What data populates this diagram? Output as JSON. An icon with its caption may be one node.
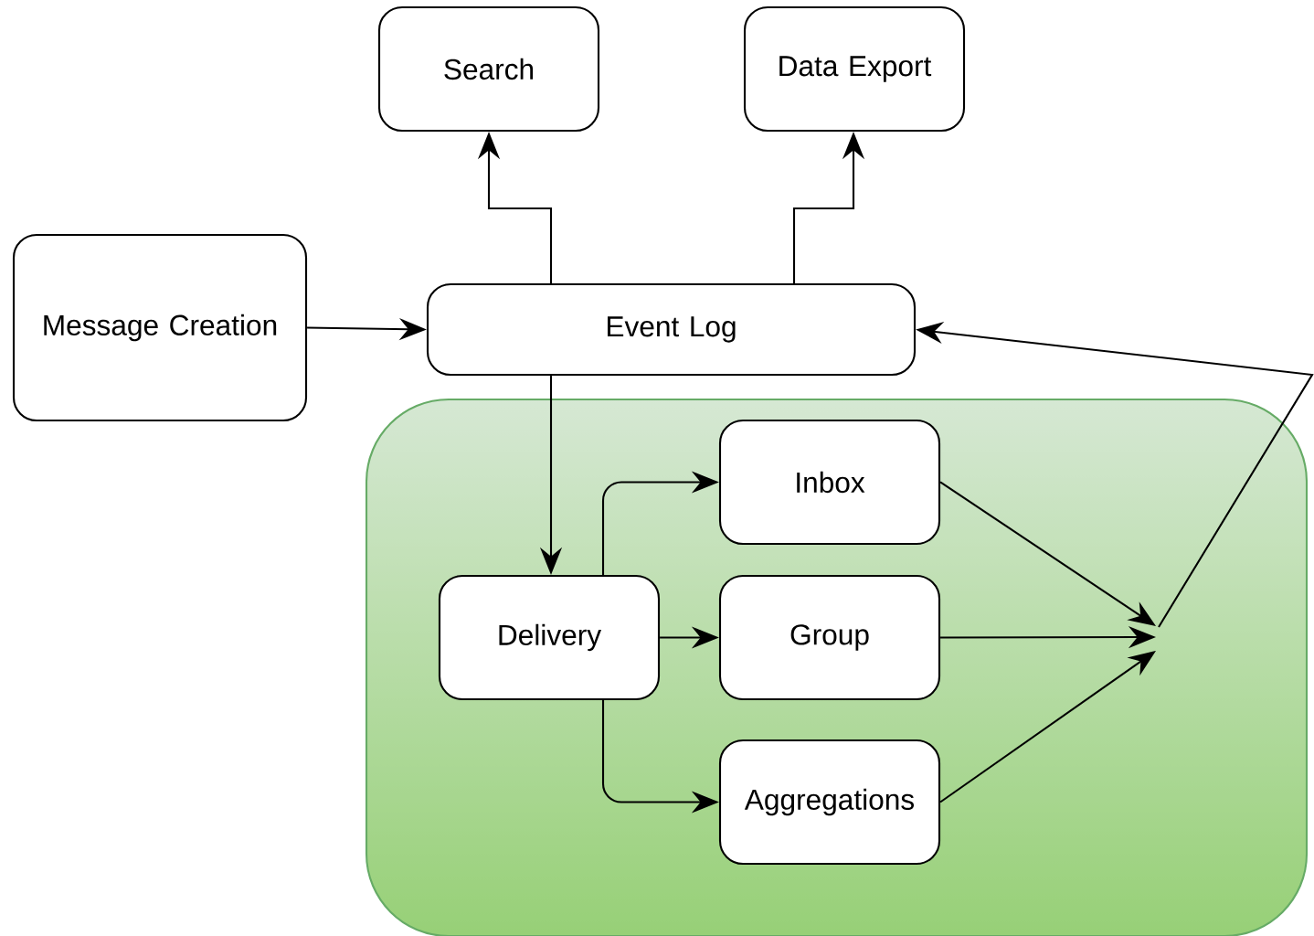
{
  "diagram": {
    "nodes": [
      {
        "text": [
          "Search"
        ]
      },
      {
        "text": [
          "Data Export"
        ]
      },
      {
        "text": [
          "Message Creation"
        ]
      },
      {
        "text": [
          "Event Log"
        ]
      },
      {
        "text": [],
        "shape": "box"
      },
      {
        "text": [
          "Delivery"
        ],
        "in": 4
      },
      {
        "text": [
          "Inbox"
        ],
        "in": 4
      },
      {
        "text": [
          "Group"
        ],
        "in": 4
      },
      {
        "text": [
          "Aggregations"
        ],
        "in": 4
      }
    ],
    "edges": [
      {
        "from": 3,
        "to": 0,
        "arrow": "to"
      },
      {
        "from": 3,
        "to": 1,
        "arrow": "to"
      },
      {
        "from": 2,
        "to": 3,
        "arrow": "to"
      },
      {
        "from": 3,
        "to": 5,
        "arrow": "to"
      },
      {
        "from": 5,
        "to": 6,
        "arrow": "to"
      },
      {
        "from": 5,
        "to": 7,
        "arrow": "to"
      },
      {
        "from": 5,
        "to": 8,
        "arrow": "to"
      },
      {
        "from": 6,
        "to": null,
        "arrow": "to"
      },
      {
        "from": 7,
        "to": null,
        "arrow": "to"
      },
      {
        "from": 8,
        "to": null,
        "arrow": "to"
      },
      {
        "from": null,
        "to": 3,
        "arrow": "to"
      }
    ]
  }
}
